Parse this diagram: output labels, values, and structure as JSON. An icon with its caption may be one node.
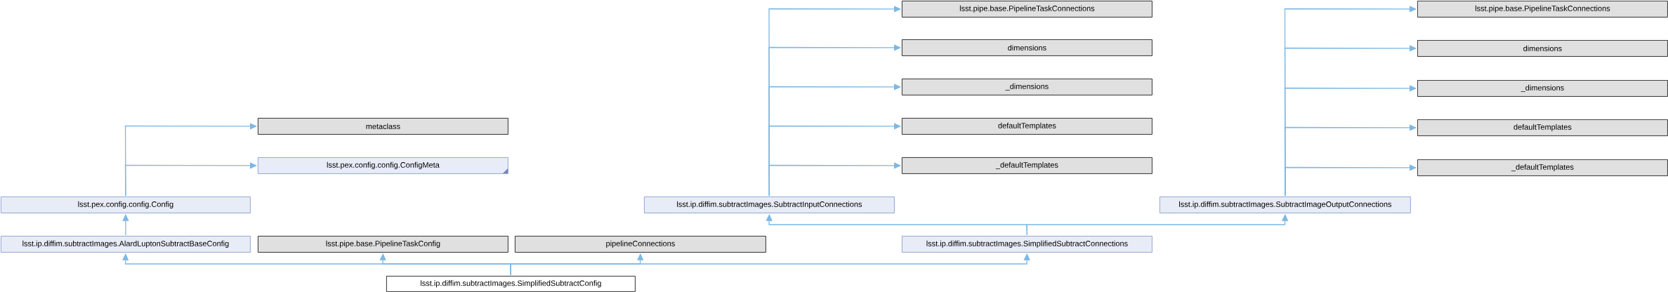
{
  "diagram": {
    "nodes": [
      {
        "text": [
          "lsst.ip.diffim.subtractImages.SimplifiedSubtractConfig"
        ]
      },
      {
        "text": [
          "lsst.ip.diffim.subtractImages.AlardLuptonSubtractBaseConfig"
        ]
      },
      {
        "text": [
          "lsst.pipe.base.PipelineTaskConfig"
        ]
      },
      {
        "text": [
          "pipelineConnections"
        ]
      },
      {
        "text": [
          "lsst.ip.diffim.subtractImages.SimplifiedSubtractConnections"
        ]
      },
      {
        "text": [
          "lsst.pex.config.config.Config"
        ]
      },
      {
        "text": [
          "metaclass"
        ]
      },
      {
        "text": [
          "lsst.pex.config.config.ConfigMeta"
        ]
      },
      {
        "text": [
          "lsst.ip.diffim.subtractImages.SubtractInputConnections"
        ]
      },
      {
        "text": [
          "lsst.pipe.base.PipelineTaskConnections"
        ]
      },
      {
        "text": [
          "dimensions"
        ]
      },
      {
        "text": [
          "_dimensions"
        ]
      },
      {
        "text": [
          "defaultTemplates"
        ]
      },
      {
        "text": [
          "_defaultTemplates"
        ]
      },
      {
        "text": [
          "lsst.ip.diffim.subtractImages.SubtractImageOutputConnections"
        ]
      },
      {
        "text": [
          "lsst.pipe.base.PipelineTaskConnections"
        ]
      },
      {
        "text": [
          "dimensions"
        ]
      },
      {
        "text": [
          "_dimensions"
        ]
      },
      {
        "text": [
          "defaultTemplates"
        ]
      },
      {
        "text": [
          "_defaultTemplates"
        ]
      }
    ],
    "edges": [
      {
        "from": 0,
        "to": 1,
        "arrow": "to"
      },
      {
        "from": 0,
        "to": 2,
        "arrow": "to"
      },
      {
        "from": 0,
        "to": 3,
        "arrow": "to"
      },
      {
        "from": 0,
        "to": 4,
        "arrow": "to"
      },
      {
        "from": 1,
        "to": 5,
        "arrow": "to"
      },
      {
        "from": 5,
        "to": 6,
        "arrow": "to"
      },
      {
        "from": 5,
        "to": 7,
        "arrow": "to"
      },
      {
        "from": 4,
        "to": 8,
        "arrow": "to"
      },
      {
        "from": 4,
        "to": 14,
        "arrow": "to"
      },
      {
        "from": 8,
        "to": 9,
        "arrow": "to"
      },
      {
        "from": 8,
        "to": 10,
        "arrow": "to"
      },
      {
        "from": 8,
        "to": 11,
        "arrow": "to"
      },
      {
        "from": 8,
        "to": 12,
        "arrow": "to"
      },
      {
        "from": 8,
        "to": 13,
        "arrow": "to"
      },
      {
        "from": 14,
        "to": 15,
        "arrow": "to"
      },
      {
        "from": 14,
        "to": 16,
        "arrow": "to"
      },
      {
        "from": 14,
        "to": 17,
        "arrow": "to"
      },
      {
        "from": 14,
        "to": 18,
        "arrow": "to"
      },
      {
        "from": 14,
        "to": 19,
        "arrow": "to"
      }
    ]
  }
}
